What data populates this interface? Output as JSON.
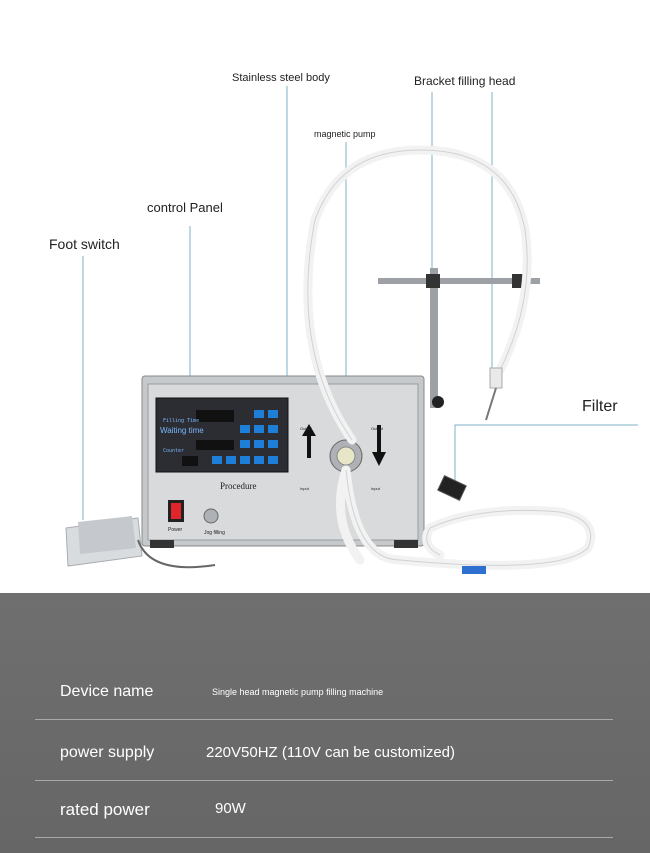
{
  "callouts": {
    "stainless_steel_body": "Stainless steel body",
    "bracket_filling_head": "Bracket filling head",
    "magnetic_pump": "magnetic pump",
    "control_panel": "control Panel",
    "foot_switch": "Foot switch",
    "filter": "Filter"
  },
  "machine_labels": {
    "procedure": "Procedure",
    "power": "Power",
    "jog_filling": "Jog filling",
    "output_left": "Output",
    "input_left": "Input",
    "output_right": "Output",
    "input_right": "Input",
    "filling_time": "Filling Time",
    "waiting_time": "Waiting time",
    "counter": "Counter"
  },
  "specs": [
    {
      "label": "Device name",
      "value": "Single head magnetic pump filling machine"
    },
    {
      "label": "power supply",
      "value": "220V50HZ (110V can be customized)"
    },
    {
      "label": "rated power",
      "value": "90W"
    }
  ],
  "colors": {
    "spec_background": "#6b6b6b",
    "separator": "#a9a9a9",
    "callout_line": "#7fb3c8",
    "panel": "#2b2d33",
    "keys": "#1e7fd8"
  }
}
